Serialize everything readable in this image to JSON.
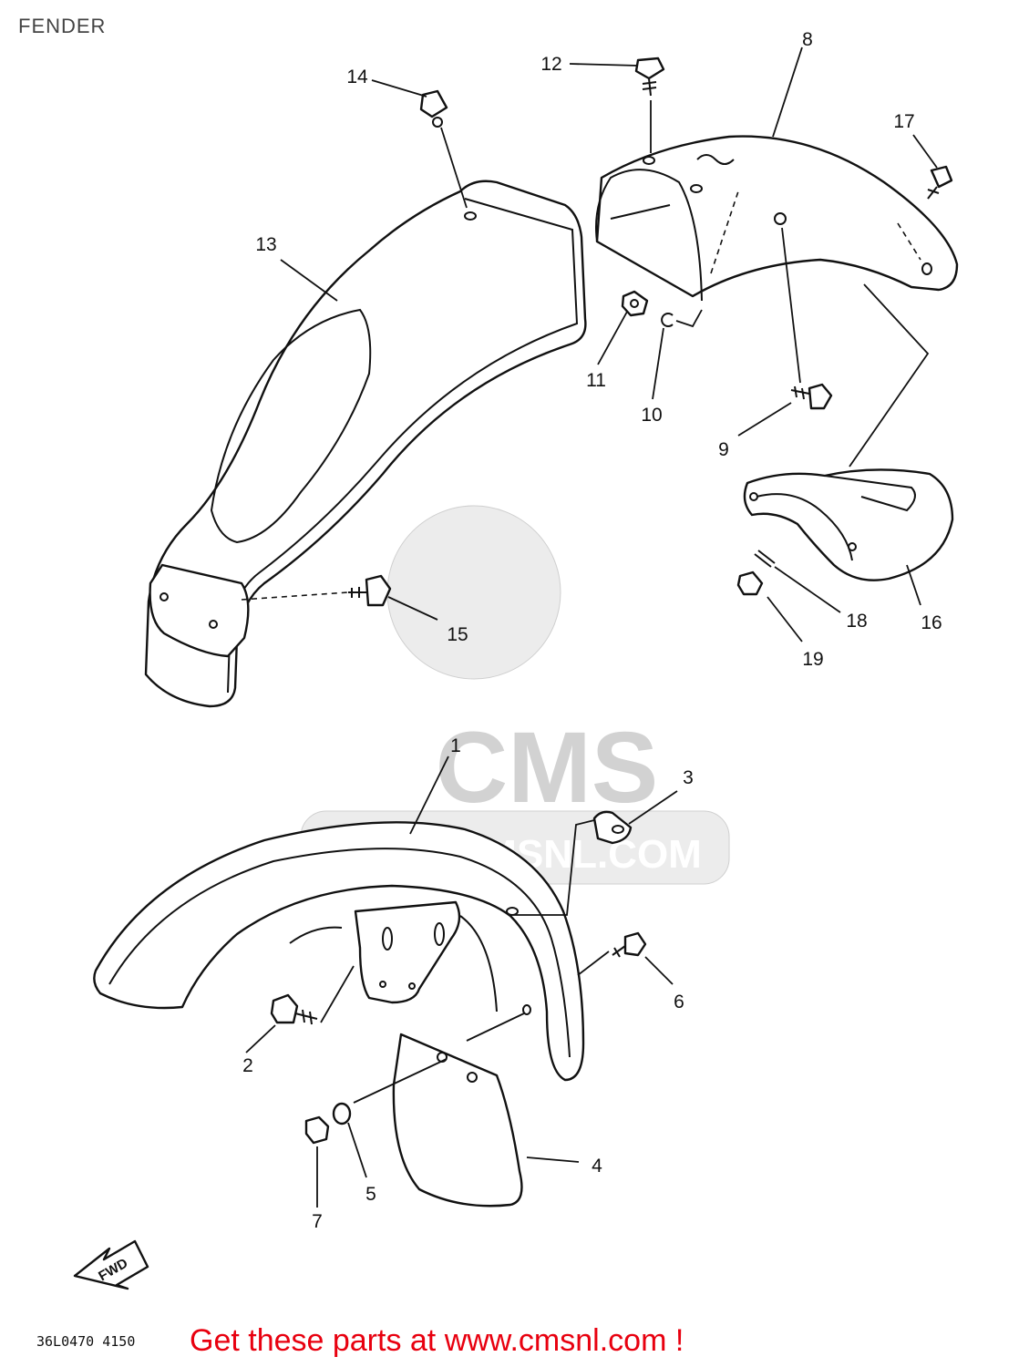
{
  "page": {
    "title": "FENDER"
  },
  "diagram": {
    "callouts": [
      "1",
      "2",
      "3",
      "4",
      "5",
      "6",
      "7",
      "8",
      "9",
      "10",
      "11",
      "12",
      "13",
      "14",
      "15",
      "16",
      "17",
      "18",
      "19"
    ],
    "direction_label": "FWD",
    "watermark": {
      "brand": "CMS",
      "url": "WWW.CMSNL.COM"
    }
  },
  "footer": {
    "diagram_code": "36L0470 4150",
    "cta": "Get these parts at www.cmsnl.com !",
    "cta_color": "#e8000f"
  }
}
